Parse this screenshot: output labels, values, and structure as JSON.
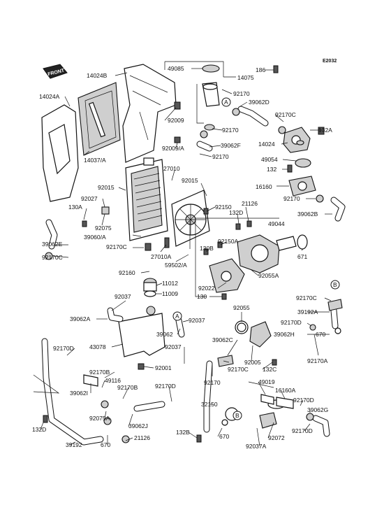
{
  "diagram_code": "E2032",
  "front_label": "FRONT",
  "callouts": [
    "A",
    "B"
  ],
  "labels": {
    "p49085": "49085",
    "p186": "186",
    "p14075": "14075",
    "p14024B": "14024B",
    "p14024A": "14024A",
    "p92170a": "92170",
    "p39062D": "39062D",
    "p92170Ca": "92170C",
    "p92009": "92009",
    "p92170b": "92170",
    "p132A": "132A",
    "p14024": "14024",
    "p39062F": "39062F",
    "p92009A": "92009/A",
    "p14037A": "14037/A",
    "p92170c": "92170",
    "p49054": "49054",
    "p27010": "27010",
    "p132a": "132",
    "p92015a": "92015",
    "p92015b": "92015",
    "p16160": "16160",
    "p92027": "92027",
    "p130A": "130A",
    "p92170d": "92170",
    "p92075": "92075",
    "p92150a": "92150",
    "p21126a": "21126",
    "p132D": "132D",
    "p39062B": "39062B",
    "p49044": "49044",
    "p39060A": "39060/A",
    "p92150A": "92150A",
    "p130B": "130B",
    "p39062E": "39062E",
    "p92170Cb": "92170C",
    "p27010A": "27010A",
    "p671": "671",
    "p59502A": "59502/A",
    "p92170Cc": "92170C",
    "p92160": "92160",
    "p92055A": "92055A",
    "p11012": "11012",
    "p92022": "92022",
    "p130": "130",
    "p11009": "11009",
    "p92037a": "92037",
    "p92055": "92055",
    "p92170Cd": "92170C",
    "p39192A": "39192A",
    "p39062A": "39062A",
    "p92170Da": "92170D",
    "p92037b": "92037",
    "p39062H": "39062H",
    "p670a": "670",
    "p39062": "39062",
    "p43078": "43078",
    "p39062C": "39062C",
    "p92170A": "92170A",
    "p92037c": "92037",
    "p92005": "92005",
    "p92170Db": "92170D",
    "p92170Ce": "92170C",
    "p92001": "92001",
    "p132C": "132C",
    "p92170B": "92170B",
    "p92170e": "92170",
    "p49116": "49116",
    "p49019": "49019",
    "p39062I": "39062I",
    "p92170Bb": "92170B",
    "p92170Dc": "92170D",
    "p16160A": "16160A",
    "p32150": "32150",
    "p92170Dd": "92170D",
    "p92075A": "92075A",
    "p39062G": "39062G",
    "p132Db": "132D",
    "p39062J": "39062J",
    "p132B": "132B",
    "p92072": "92072",
    "p92170De": "92170D",
    "p670b": "670",
    "p21126b": "21126",
    "p39192": "39192",
    "p92037A": "92037A",
    "p670c": "670"
  }
}
